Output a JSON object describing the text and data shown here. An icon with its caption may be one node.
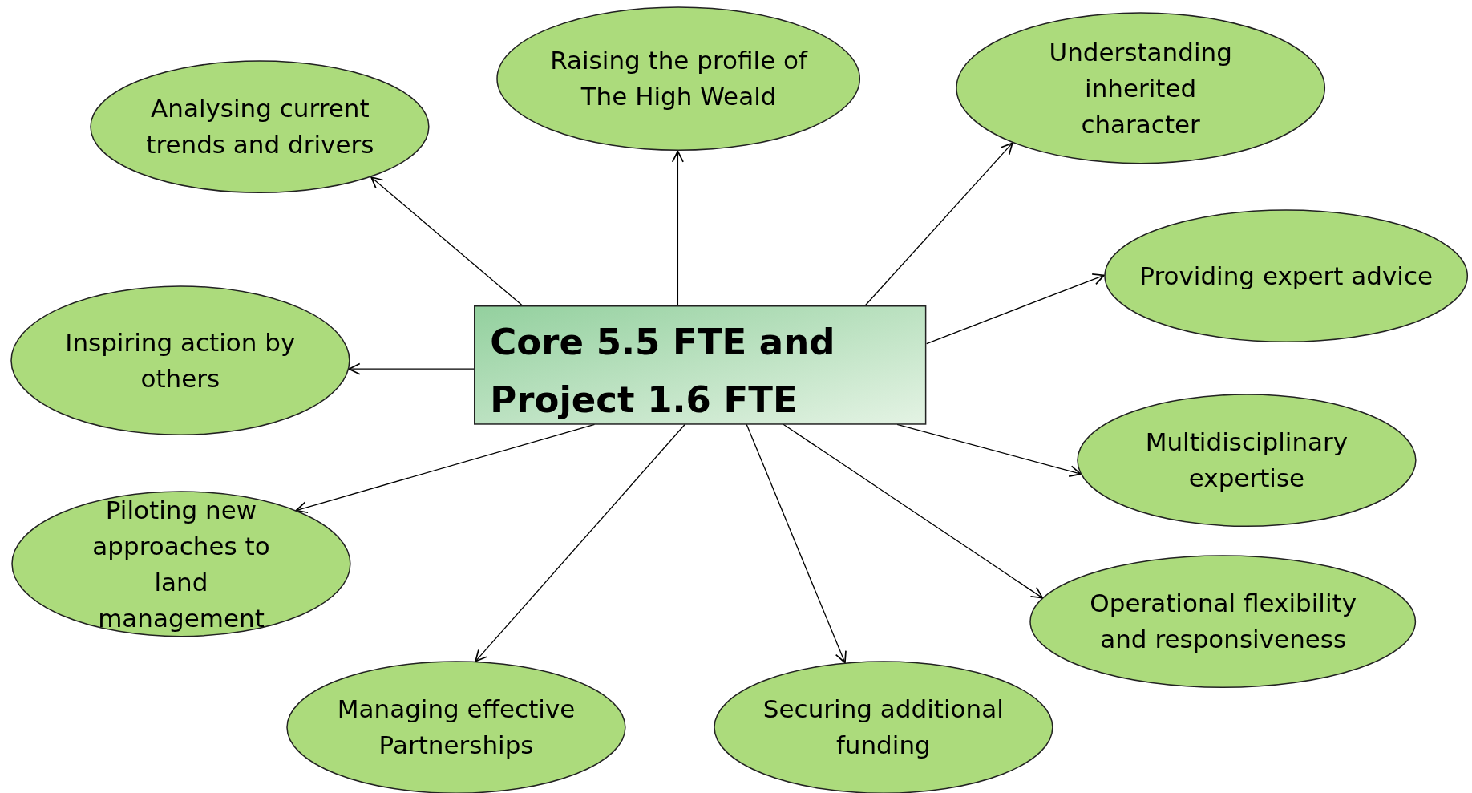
{
  "diagram": {
    "nodes": [
      {
        "text": [
          "Core 5.5 FTE and Project 1.6 FTE"
        ]
      },
      {
        "text": [
          "Analysing current trends and drivers"
        ]
      },
      {
        "text": [
          "Raising the profile of The High Weald"
        ]
      },
      {
        "text": [
          "Understanding inherited character"
        ]
      },
      {
        "text": [
          "Providing expert advice"
        ]
      },
      {
        "text": [
          "Inspiring action by others"
        ]
      },
      {
        "text": [
          "Multidisciplinary expertise"
        ]
      },
      {
        "text": [
          "Piloting new approaches to land management"
        ]
      },
      {
        "text": [
          "Operational flexibility and responsiveness"
        ]
      },
      {
        "text": [
          "Managing effective Partnerships"
        ]
      },
      {
        "text": [
          "Securing additional funding"
        ]
      }
    ],
    "edges": [
      {
        "from": 0,
        "to": 1,
        "arrow": "to"
      },
      {
        "from": 0,
        "to": 2,
        "arrow": "to"
      },
      {
        "from": 0,
        "to": 3,
        "arrow": "to"
      },
      {
        "from": 0,
        "to": 4,
        "arrow": "to"
      },
      {
        "from": 0,
        "to": 5,
        "arrow": "to"
      },
      {
        "from": 0,
        "to": 6,
        "arrow": "to"
      },
      {
        "from": 0,
        "to": 7,
        "arrow": "to"
      },
      {
        "from": 0,
        "to": 8,
        "arrow": "to"
      },
      {
        "from": 0,
        "to": 9,
        "arrow": "to"
      },
      {
        "from": 0,
        "to": 10,
        "arrow": "to"
      }
    ]
  }
}
